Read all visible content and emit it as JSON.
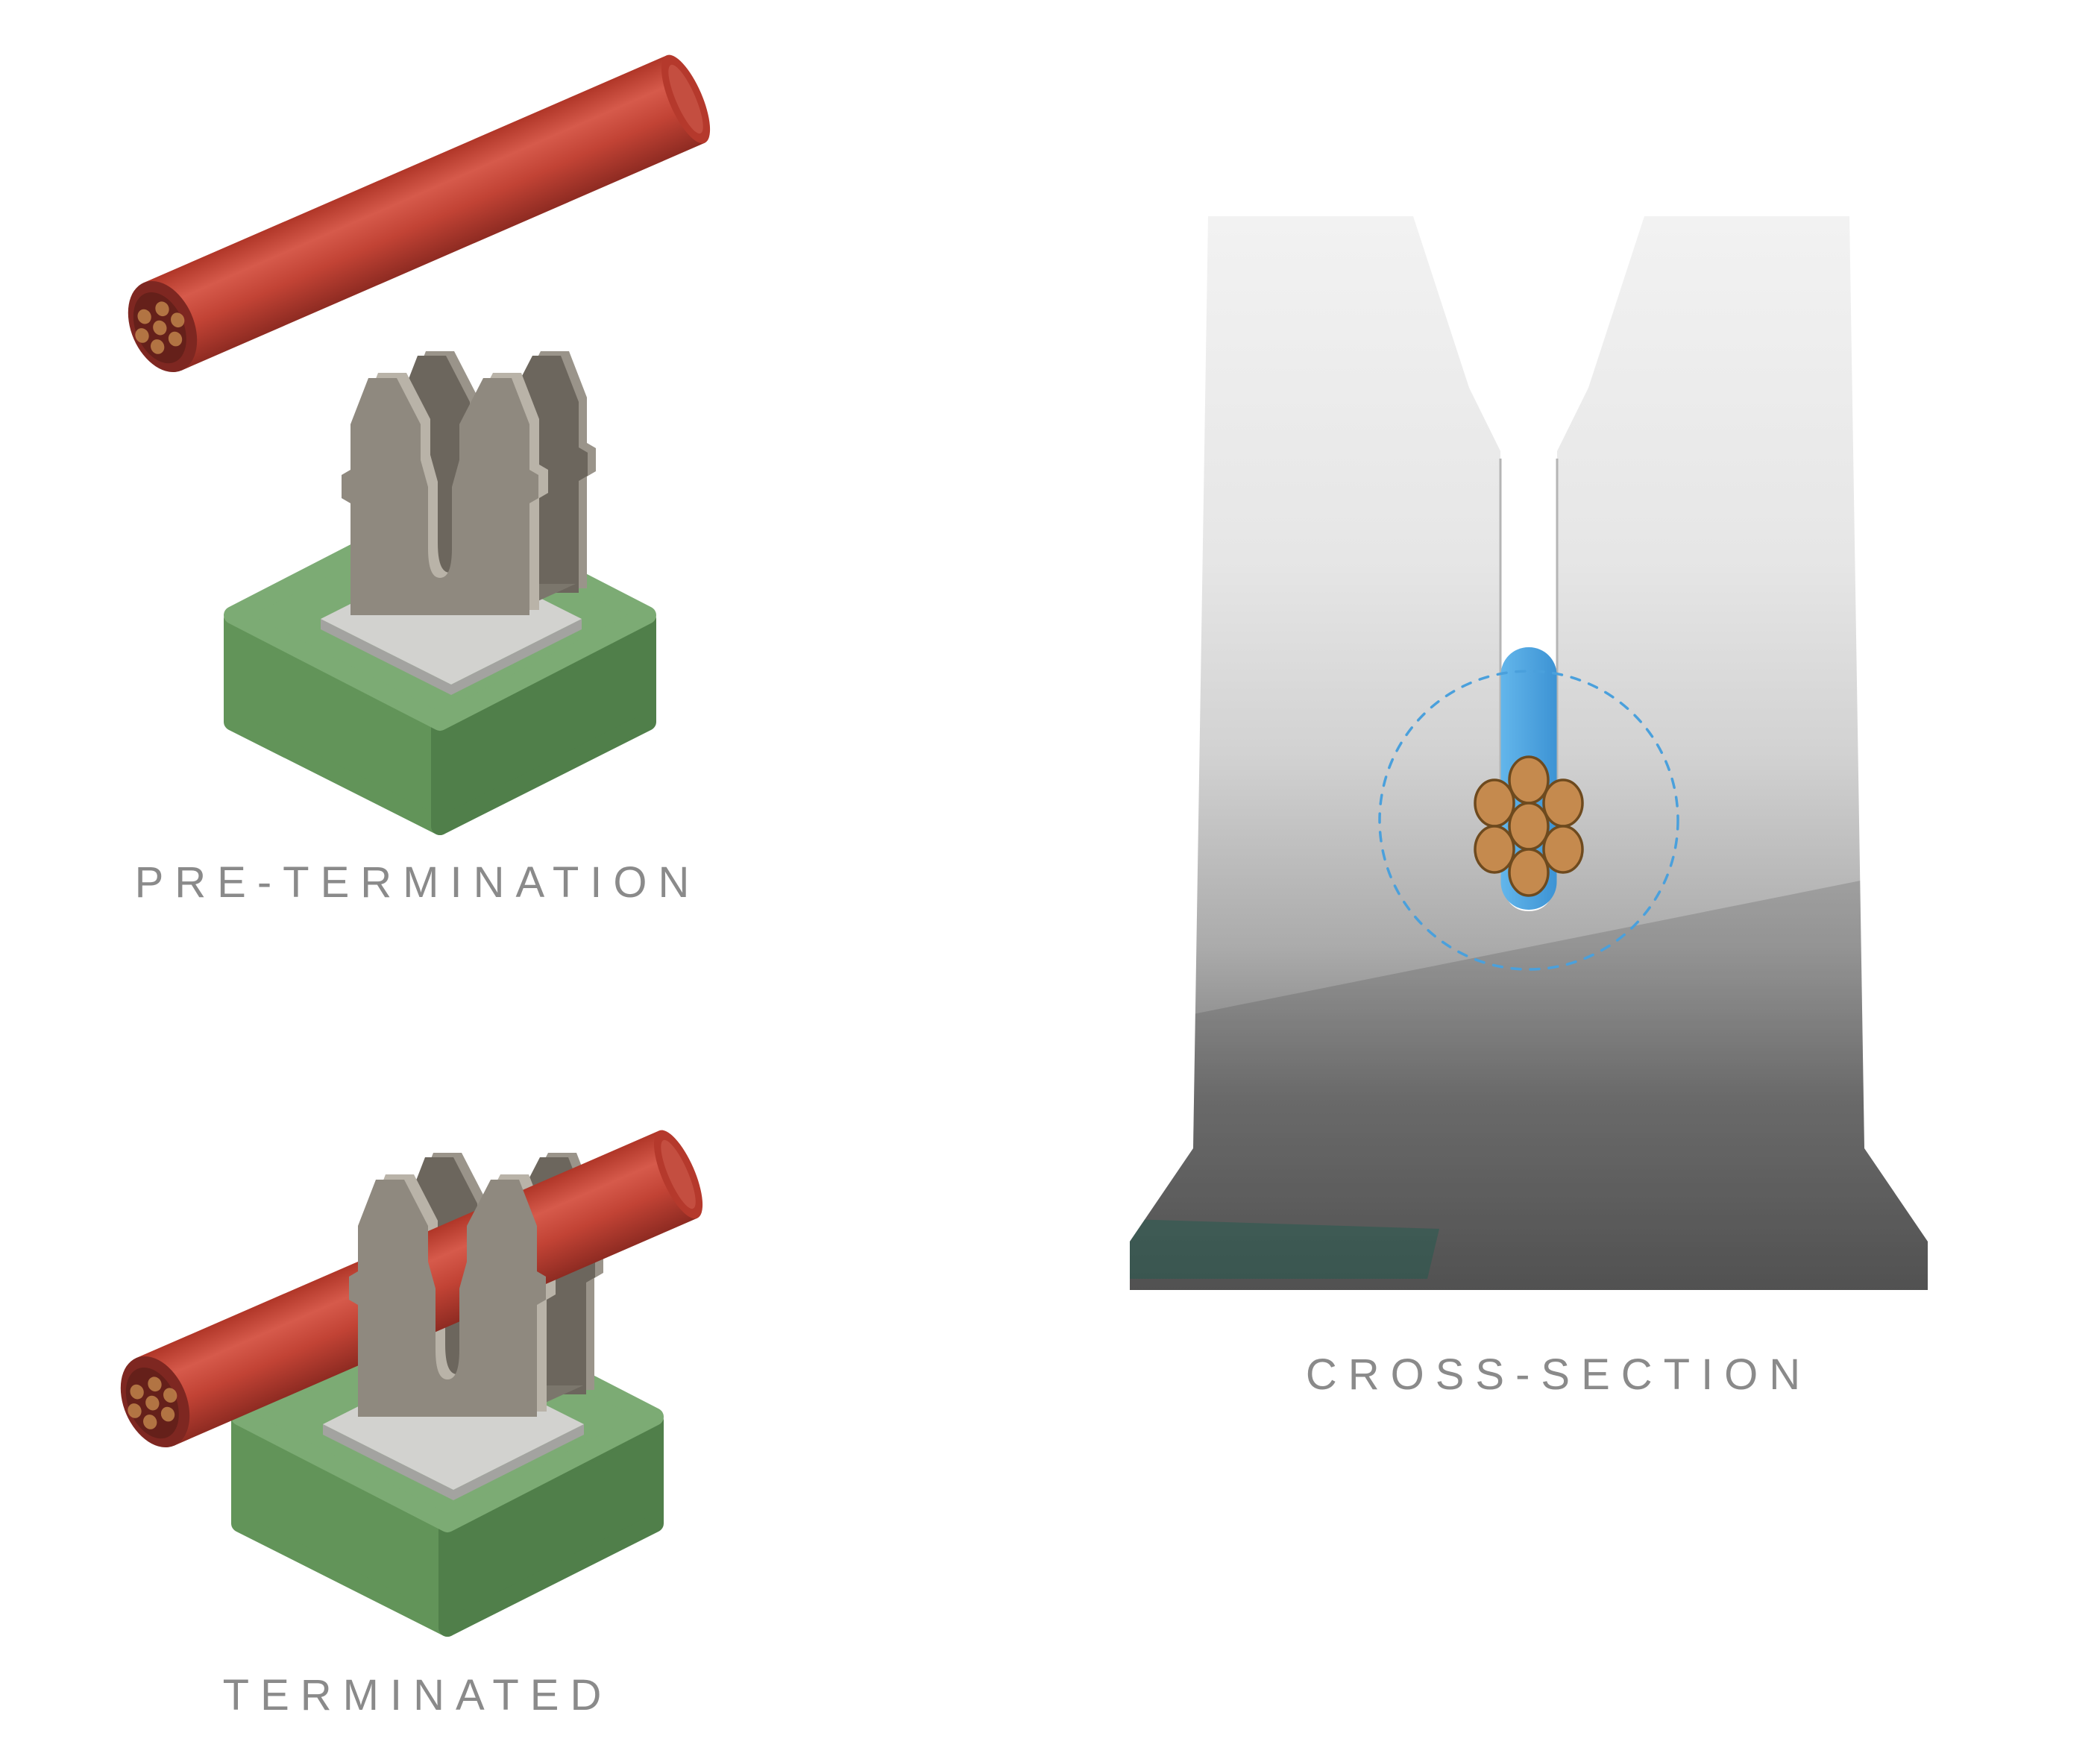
{
  "figures": {
    "pre_termination": {
      "label": "PRE-TERMINATION"
    },
    "terminated": {
      "label": "TERMINATED"
    },
    "cross_section": {
      "label": "CROSS-SECTION"
    }
  },
  "colors": {
    "wire_red": "#c5443a",
    "wire_red_dark": "#8e2b22",
    "wire_face": "#7e2721",
    "wire_core": "#65201a",
    "copper": "#c58a4e",
    "copper_stroke": "#6e4a1e",
    "block_top": "#7cab74",
    "block_left": "#629459",
    "block_right": "#507f4a",
    "metal_front": "#8f897f",
    "metal_back": "#6c665d",
    "metal_edge": "#b9b3a8",
    "metal_base": "#7b766c",
    "pad_top": "#d2d2cf",
    "pad_side": "#a3a3a0",
    "insulation_blue": "#4ba3e3",
    "die_light": "#f2f2f2",
    "die_dark": "#5a5a5a",
    "teal_shadow": "#1c5a4e",
    "highlight_dashed": "#4aa0dc",
    "label_text": "#8a8a8a"
  }
}
